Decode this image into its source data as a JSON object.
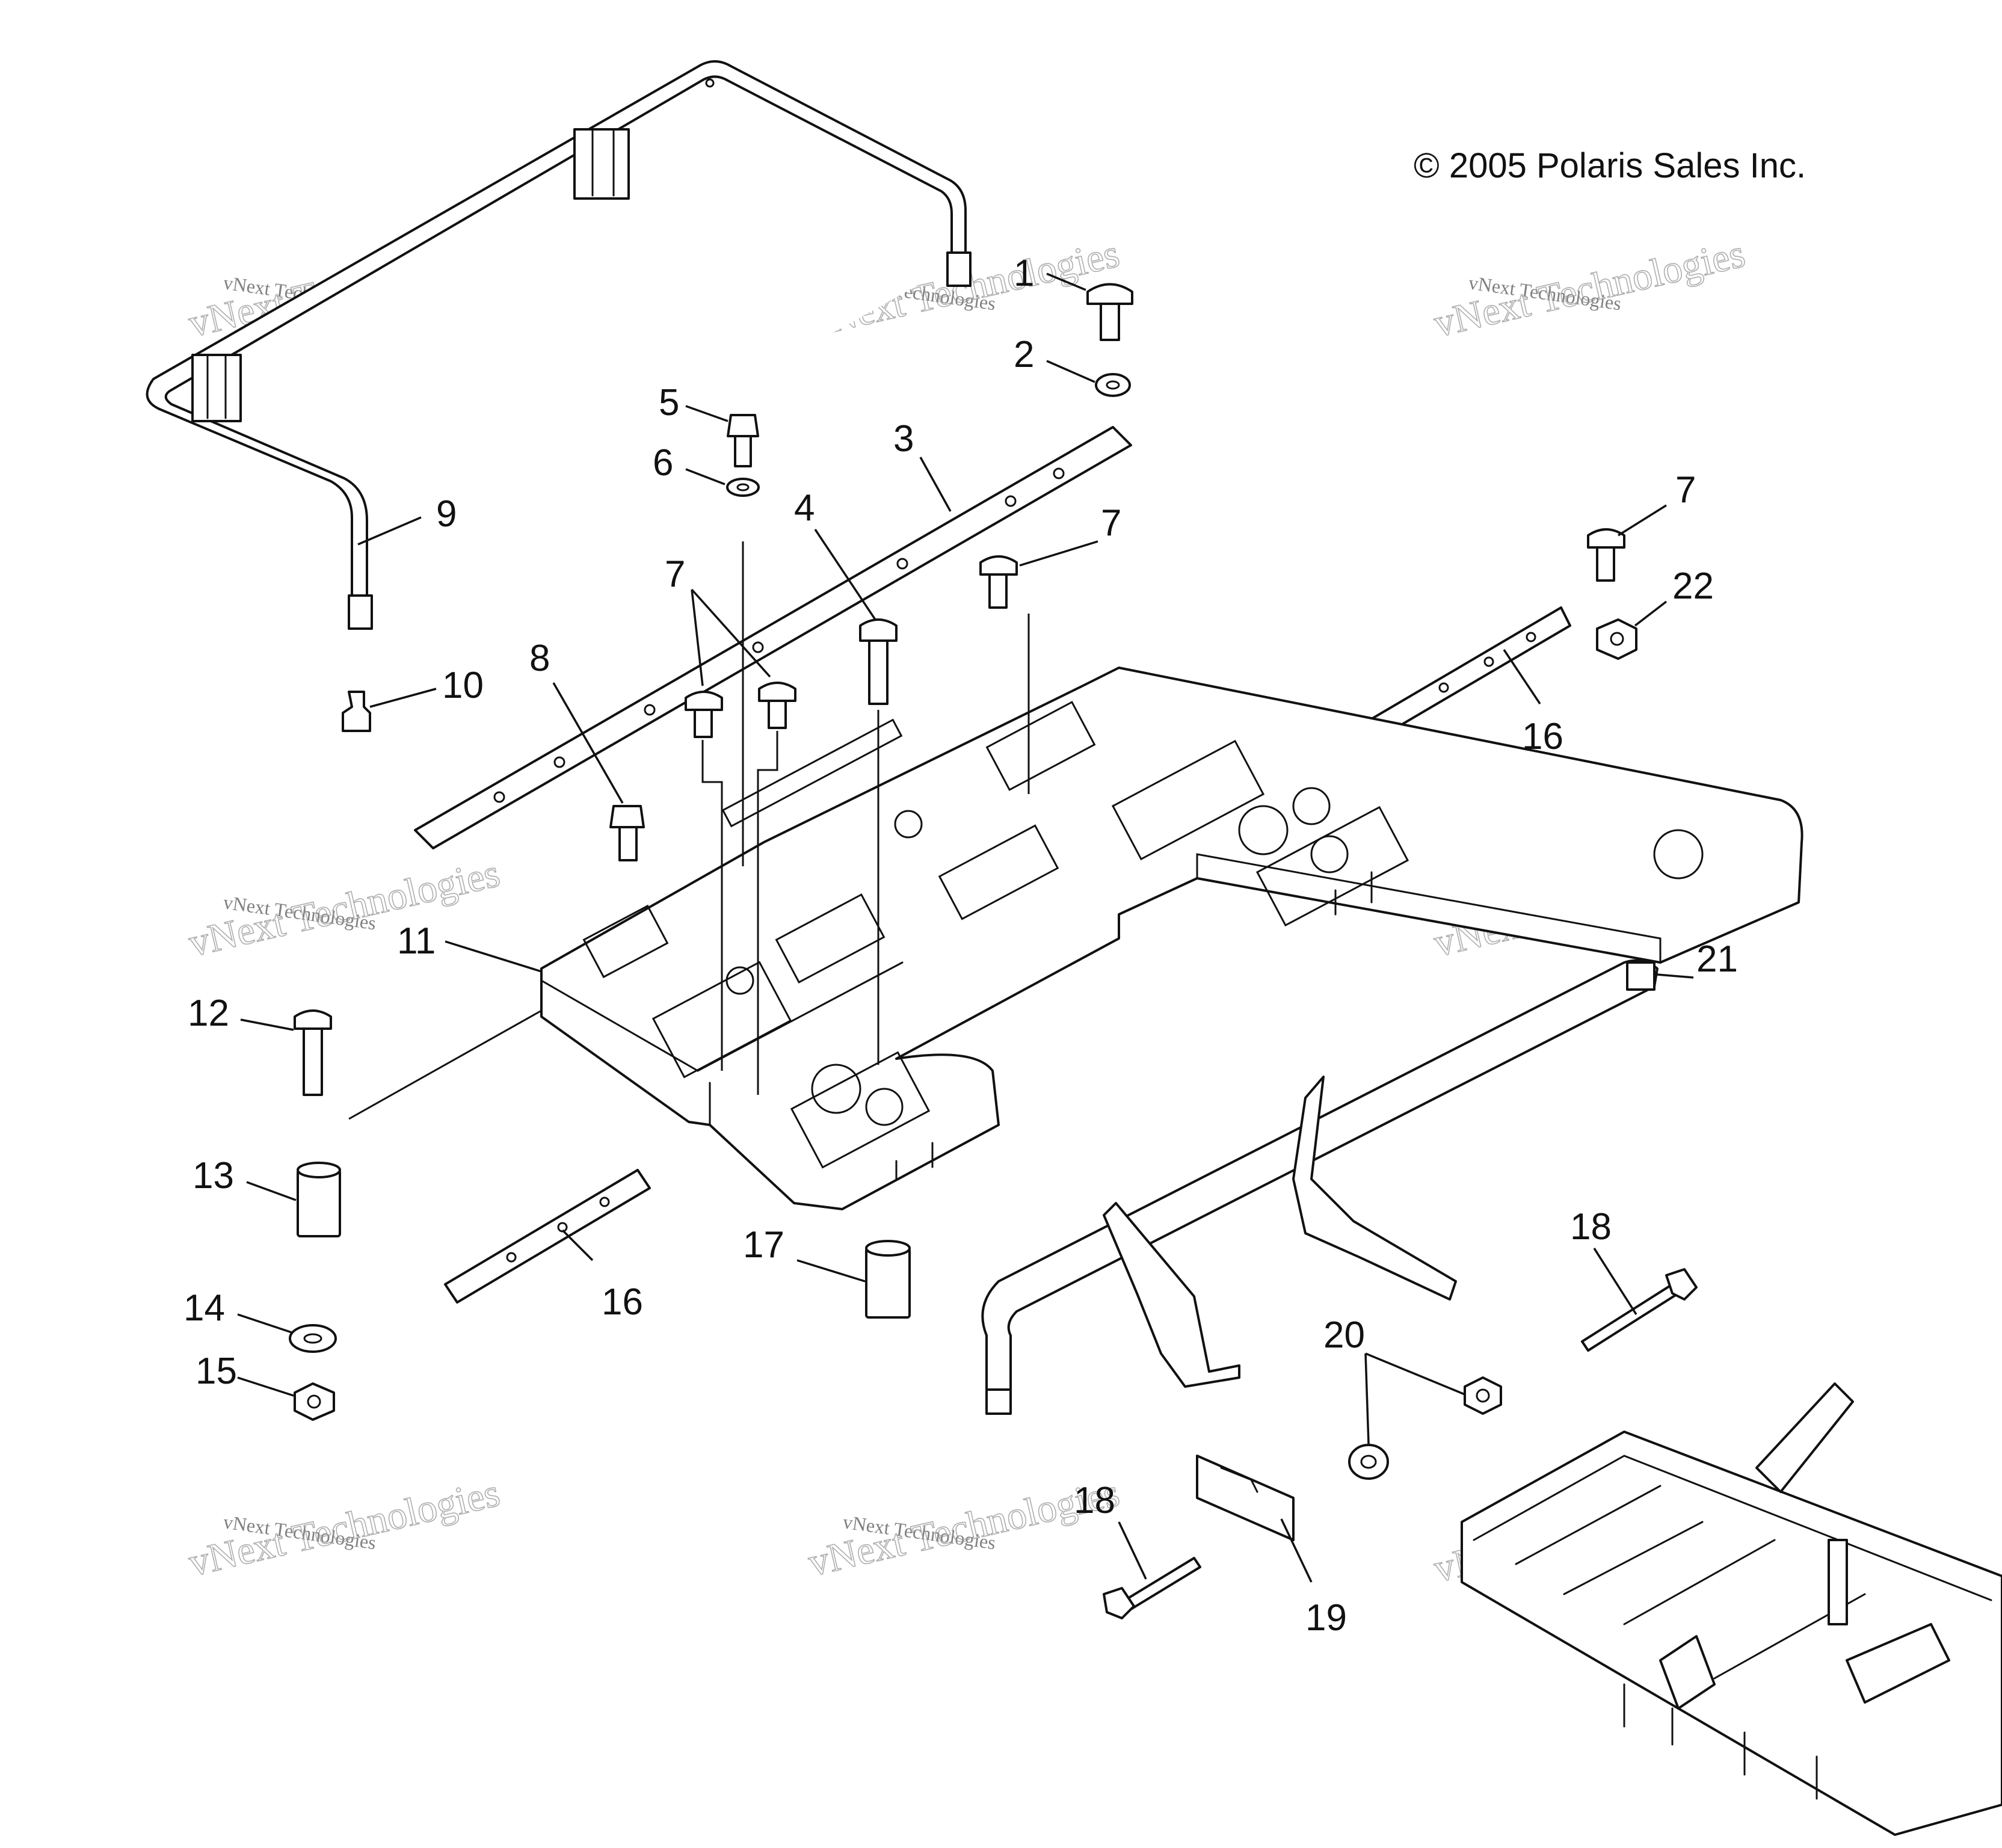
{
  "copyright": "© 2005 Polaris Sales Inc.",
  "watermark": {
    "line1": "vNext Technologies",
    "line2": "vNext Technologies"
  },
  "callouts": {
    "c1": "1",
    "c2": "2",
    "c3": "3",
    "c4": "4",
    "c5": "5",
    "c6": "6",
    "c7a": "7",
    "c7b": "7",
    "c7c": "7",
    "c8": "8",
    "c9": "9",
    "c10": "10",
    "c11": "11",
    "c12": "12",
    "c13": "13",
    "c14": "14",
    "c15": "15",
    "c16a": "16",
    "c16b": "16",
    "c17": "17",
    "c18a": "18",
    "c18b": "18",
    "c19": "19",
    "c20": "20",
    "c21": "21",
    "c22": "22"
  },
  "colors": {
    "ink": "#111111",
    "paper": "#ffffff",
    "watermark": "#9a9a9a"
  }
}
